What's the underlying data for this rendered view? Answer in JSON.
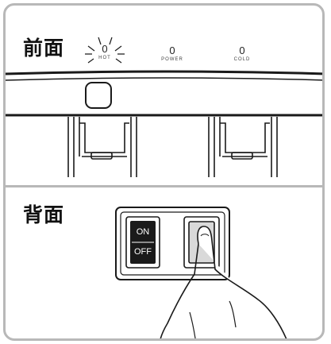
{
  "front": {
    "title": "前面",
    "indicators": [
      {
        "value": "0",
        "label": "HOT",
        "state": "lit"
      },
      {
        "value": "0",
        "label": "POWER"
      },
      {
        "value": "0",
        "label": "COLD"
      }
    ]
  },
  "back": {
    "title": "背面",
    "switch": {
      "on_label": "ON",
      "off_label": "OFF"
    }
  },
  "colors": {
    "frame": "#b8b8b8",
    "outline": "#1a1a1a",
    "switch_fill": "#1a1a1a",
    "button_fill": "#d9d9d9"
  }
}
